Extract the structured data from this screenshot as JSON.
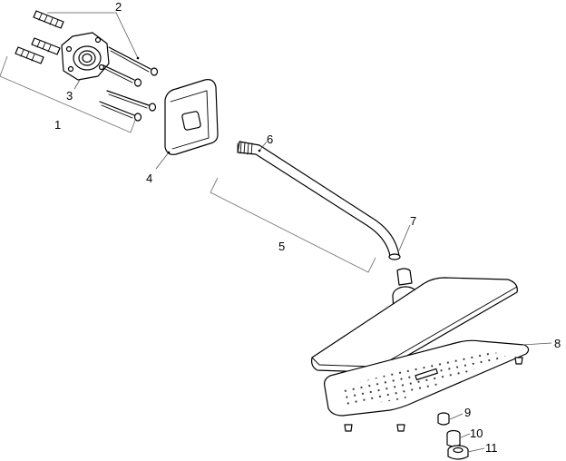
{
  "diagram": {
    "labels": [
      {
        "id": "1",
        "text": "1"
      },
      {
        "id": "2",
        "text": "2"
      },
      {
        "id": "3",
        "text": "3"
      },
      {
        "id": "4",
        "text": "4"
      },
      {
        "id": "5",
        "text": "5"
      },
      {
        "id": "6",
        "text": "6"
      },
      {
        "id": "7",
        "text": "7"
      },
      {
        "id": "8",
        "text": "8"
      },
      {
        "id": "9",
        "text": "9"
      },
      {
        "id": "10",
        "text": "10"
      },
      {
        "id": "11",
        "text": "11"
      }
    ],
    "colors": {
      "line": "#000000",
      "leader": "#555555",
      "background": "#ffffff"
    }
  }
}
